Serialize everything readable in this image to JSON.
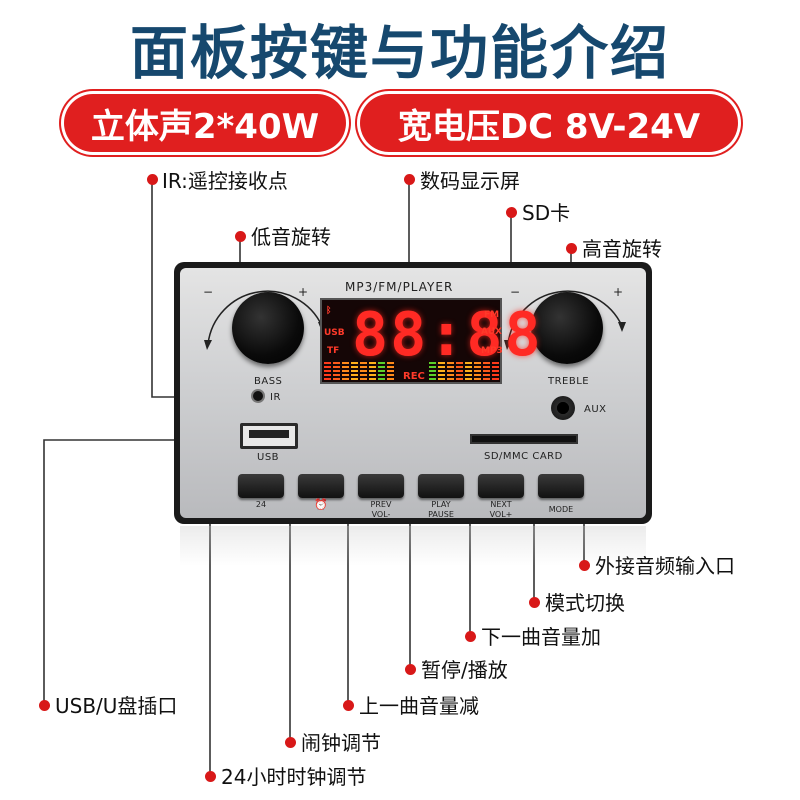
{
  "title": "面板按键与功能介绍",
  "badges": {
    "power": "立体声2*40W",
    "voltage": "宽电压DC 8V-24V"
  },
  "callouts": {
    "ir": "IR:遥控接收点",
    "display": "数码显示屏",
    "sd": "SD卡",
    "bass_knob": "低音旋转",
    "treble_knob": "高音旋转",
    "aux_in": "外接音频输入口",
    "mode": "模式切换",
    "next_vol": "下一曲音量加",
    "play_pause": "暂停/播放",
    "usb": "USB/U盘插口",
    "prev_vol": "上一曲音量减",
    "alarm": "闹钟调节",
    "clock": "24小时时钟调节"
  },
  "panel": {
    "title": "MP3/FM/PLAYER",
    "bass": "BASS",
    "treble": "TREBLE",
    "ir": "IR",
    "aux": "AUX",
    "usb": "USB",
    "sd": "SD/MMC CARD",
    "minus": "−",
    "plus": "+",
    "display": {
      "digits": "88:88",
      "left": [
        "USB",
        "TF"
      ],
      "right": [
        "FM",
        "AUX",
        "MP3"
      ],
      "rec": "REC"
    },
    "buttons": [
      {
        "line1": "24",
        "line2": ""
      },
      {
        "line1": "⏰",
        "line2": ""
      },
      {
        "line1": "PREV",
        "line2": "VOL-"
      },
      {
        "line1": "PLAY",
        "line2": "PAUSE"
      },
      {
        "line1": "NEXT",
        "line2": "VOL+"
      },
      {
        "line1": "MODE",
        "line2": ""
      }
    ]
  },
  "colors": {
    "title": "#16486e",
    "badge": "#e01f1f",
    "dot": "#d81818",
    "led": "#ff2a24"
  }
}
